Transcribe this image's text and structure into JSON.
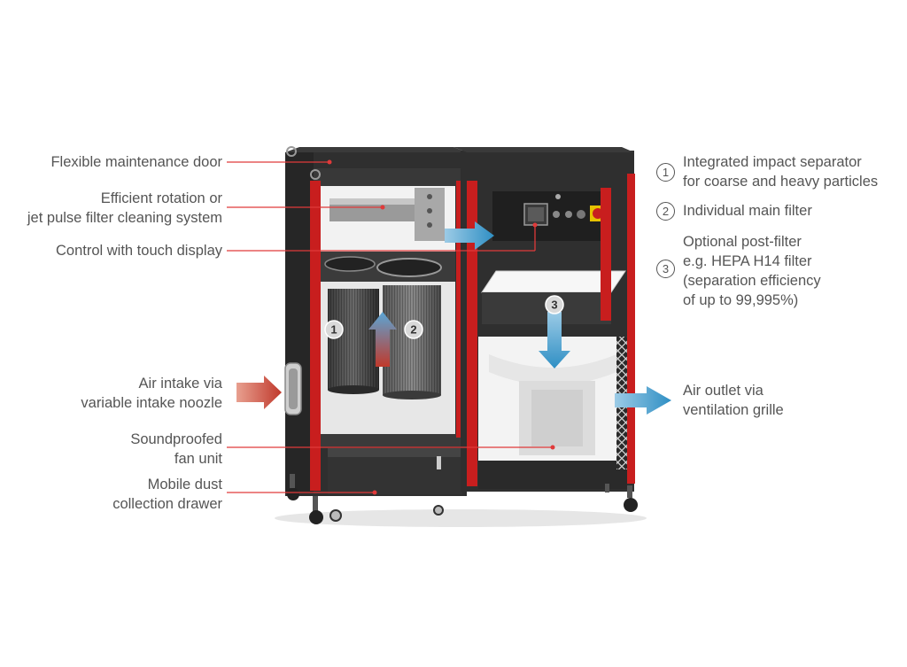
{
  "colors": {
    "accent_red": "#c81e1e",
    "arrow_red": "#c0392b",
    "arrow_blue": "#2f8fc4",
    "body_dark": "#2b2b2b",
    "label_gray": "#555555"
  },
  "left_labels": [
    {
      "id": "maintenance-door",
      "lines": [
        "Flexible maintenance door"
      ]
    },
    {
      "id": "filter-cleaning",
      "lines": [
        "Efficient rotation or",
        "jet pulse filter cleaning system"
      ]
    },
    {
      "id": "touch-display",
      "lines": [
        "Control with touch display"
      ]
    },
    {
      "id": "air-intake",
      "lines": [
        "Air intake via",
        "variable intake noozle"
      ]
    },
    {
      "id": "fan-unit",
      "lines": [
        "Soundproofed",
        "fan unit"
      ]
    },
    {
      "id": "dust-drawer",
      "lines": [
        "Mobile dust",
        "collection drawer"
      ]
    }
  ],
  "right_labels": [
    {
      "id": "impact-separator",
      "number": "1",
      "lines": [
        "Integrated impact separator",
        "for coarse and heavy particles"
      ]
    },
    {
      "id": "main-filter",
      "number": "2",
      "lines": [
        "Individual main filter"
      ]
    },
    {
      "id": "post-filter",
      "number": "3",
      "lines": [
        "Optional post-filter",
        "e.g. HEPA H14 filter",
        "(separation efficiency",
        "of up to 99,995%)"
      ]
    },
    {
      "id": "air-outlet",
      "number": "",
      "lines": [
        "Air outlet via",
        "ventilation grille"
      ]
    }
  ],
  "machine_markers": [
    "1",
    "2",
    "3"
  ]
}
